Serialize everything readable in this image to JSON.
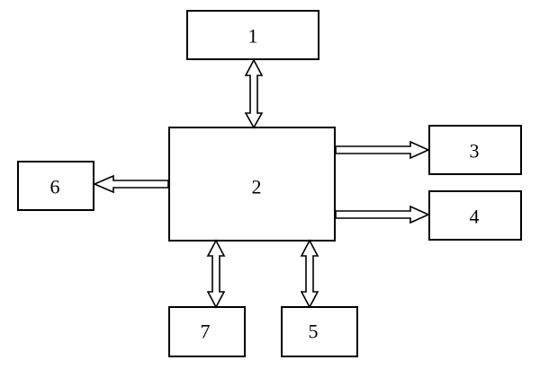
{
  "diagram": {
    "blocks": {
      "b1": "1",
      "b2": "2",
      "b3": "3",
      "b4": "4",
      "b5": "5",
      "b6": "6",
      "b7": "7"
    },
    "connections": [
      {
        "from": "1",
        "to": "2",
        "direction": "bidirectional"
      },
      {
        "from": "2",
        "to": "3",
        "direction": "one-way"
      },
      {
        "from": "2",
        "to": "4",
        "direction": "one-way"
      },
      {
        "from": "2",
        "to": "6",
        "direction": "one-way"
      },
      {
        "from": "2",
        "to": "7",
        "direction": "bidirectional"
      },
      {
        "from": "2",
        "to": "5",
        "direction": "bidirectional"
      }
    ]
  }
}
